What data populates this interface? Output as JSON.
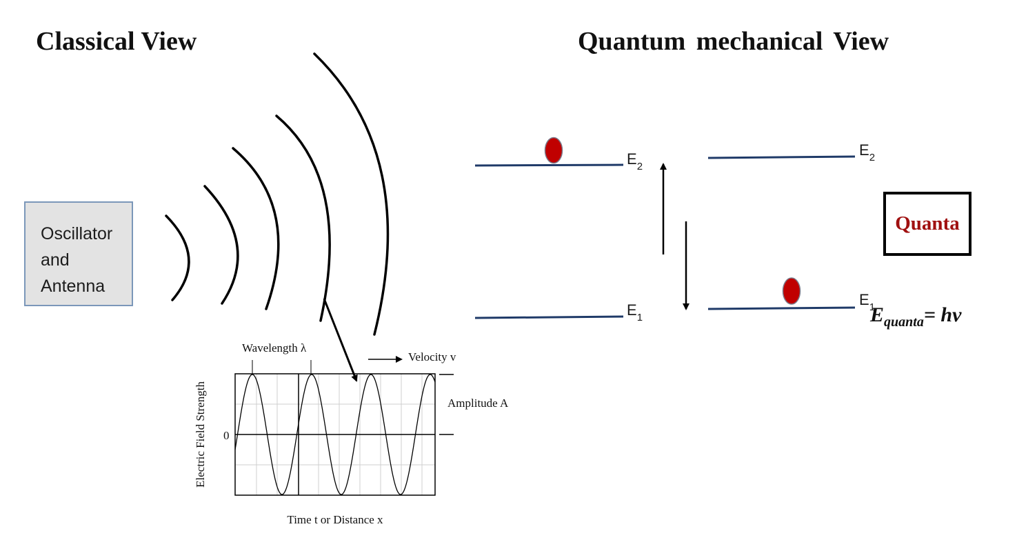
{
  "classical": {
    "title": "Classical View",
    "source_box": {
      "line1": "Oscillator",
      "line2": "and",
      "line3": "Antenna"
    },
    "wave_graph": {
      "wavelength_label": "Wavelength λ",
      "velocity_label": "Velocity v",
      "amplitude_label": "Amplitude A",
      "zero_label": "0",
      "y_axis_label": "Electric Field Strength",
      "x_axis_label": "Time t or Distance x"
    }
  },
  "quantum": {
    "title": "Quantum  mechanical View",
    "left_diagram": {
      "upper_level": "E",
      "upper_sub": "2",
      "lower_level": "E",
      "lower_sub": "1"
    },
    "right_diagram": {
      "upper_level": "E",
      "upper_sub": "2",
      "lower_level": "E",
      "lower_sub": "1"
    },
    "quanta_label": "Quanta",
    "equation": {
      "lhs": "E",
      "lhs_sub": "quanta",
      "rhs": "= hν"
    }
  },
  "colors": {
    "level_line": "#1f3a68",
    "particle": "#c00000",
    "particle_outline": "#7a7a8a",
    "quanta_text": "#a01010",
    "source_box_fill": "#e3e3e3",
    "source_box_border": "#7b97b9"
  }
}
